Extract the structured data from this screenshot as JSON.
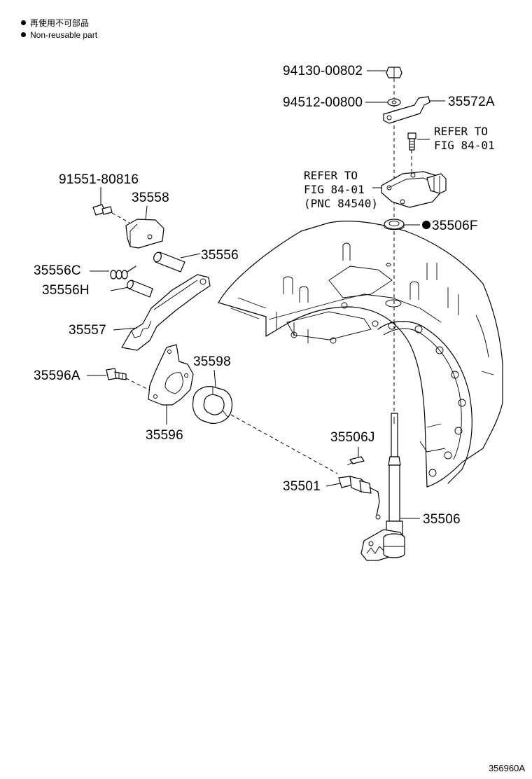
{
  "legend": {
    "japanese": "再使用不可部品",
    "english": "Non-reusable part"
  },
  "labels": {
    "p94130": "94130-00802",
    "p94512": "94512-00800",
    "p35572A": "35572A",
    "refer1_line1": "REFER TO",
    "refer1_line2": "FIG 84-01",
    "refer2_line1": "REFER TO",
    "refer2_line2": "FIG 84-01",
    "refer2_line3": "(PNC 84540)",
    "p35506F": "35506F",
    "p91551": "91551-80816",
    "p35558": "35558",
    "p35556": "35556",
    "p35556C": "35556C",
    "p35556H": "35556H",
    "p35557": "35557",
    "p35596A": "35596A",
    "p35598": "35598",
    "p35596": "35596",
    "p35506J": "35506J",
    "p35501": "35501",
    "p35506": "35506"
  },
  "illustration_code": "356960A"
}
